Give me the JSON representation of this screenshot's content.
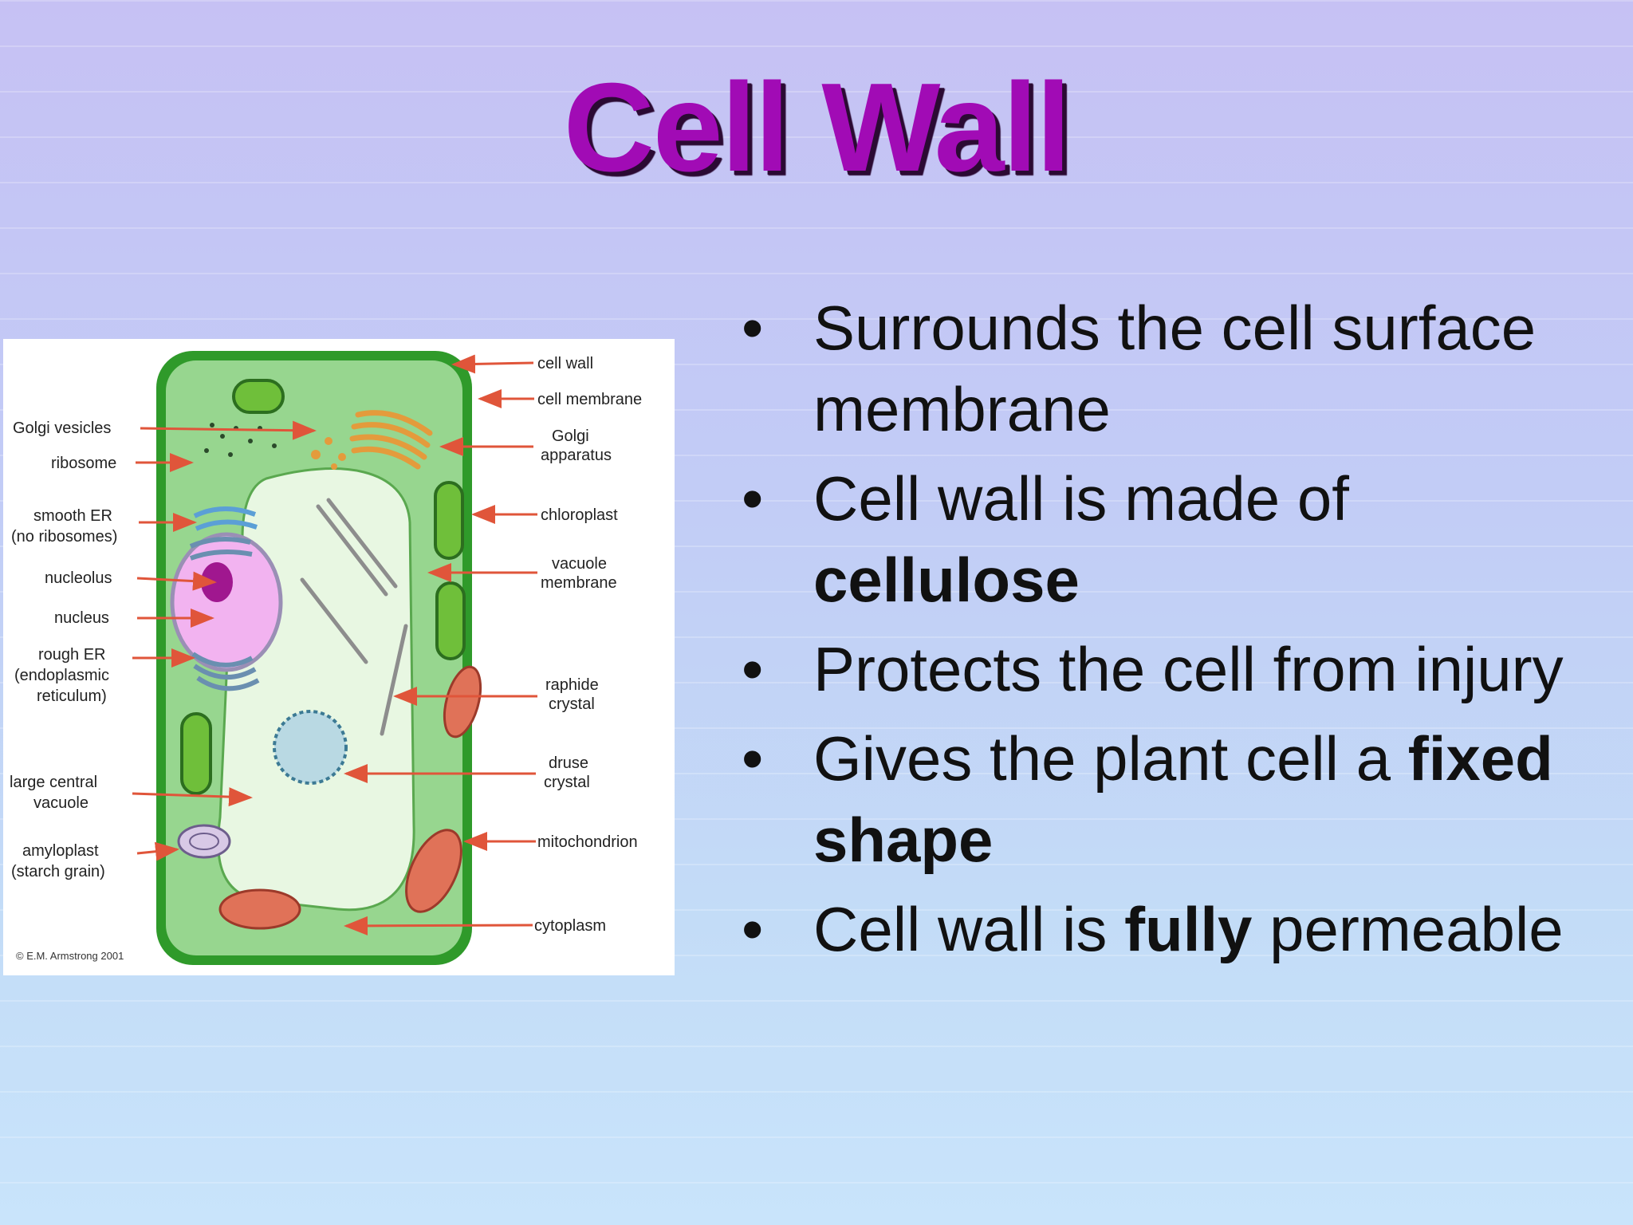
{
  "title": "Cell Wall",
  "bullets": [
    {
      "pre": "Surrounds the cell surface membrane",
      "bold": "",
      "post": ""
    },
    {
      "pre": "Cell wall is made of ",
      "bold": "cellulose",
      "post": ""
    },
    {
      "pre": "Protects the cell from injury",
      "bold": "",
      "post": ""
    },
    {
      "pre": "Gives the plant cell a ",
      "bold": "fixed shape",
      "post": ""
    },
    {
      "pre": "Cell wall is ",
      "bold": "fully",
      "post": " permeable"
    }
  ],
  "diagram": {
    "labels_left": {
      "golgi_vesicles": "Golgi vesicles",
      "ribosome": "ribosome",
      "smooth_er_1": "smooth ER",
      "smooth_er_2": "(no ribosomes)",
      "nucleolus": "nucleolus",
      "nucleus": "nucleus",
      "rough_er_1": "rough ER",
      "rough_er_2": "(endoplasmic",
      "rough_er_3": "reticulum)",
      "vacuole_1": "large central",
      "vacuole_2": "vacuole",
      "amyloplast_1": "amyloplast",
      "amyloplast_2": "(starch grain)"
    },
    "labels_right": {
      "cell_wall": "cell wall",
      "cell_membrane": "cell membrane",
      "golgi_1": "Golgi",
      "golgi_2": "apparatus",
      "chloroplast": "chloroplast",
      "vacuole_membrane_1": "vacuole",
      "vacuole_membrane_2": "membrane",
      "raphide_1": "raphide",
      "raphide_2": "crystal",
      "druse_1": "druse",
      "druse_2": "crystal",
      "mitochondrion": "mitochondrion",
      "cytoplasm": "cytoplasm"
    },
    "copyright": "© E.M. Armstrong 2001"
  },
  "colors": {
    "title": "#a10bb5",
    "cell_wall": "#2f9a2a",
    "cytoplasm": "#97d68f",
    "vacuole": "#e8f7e2",
    "arrow": "#e0553a",
    "nucleus": "#f2b3f0",
    "nucleolus": "#a0178f"
  }
}
